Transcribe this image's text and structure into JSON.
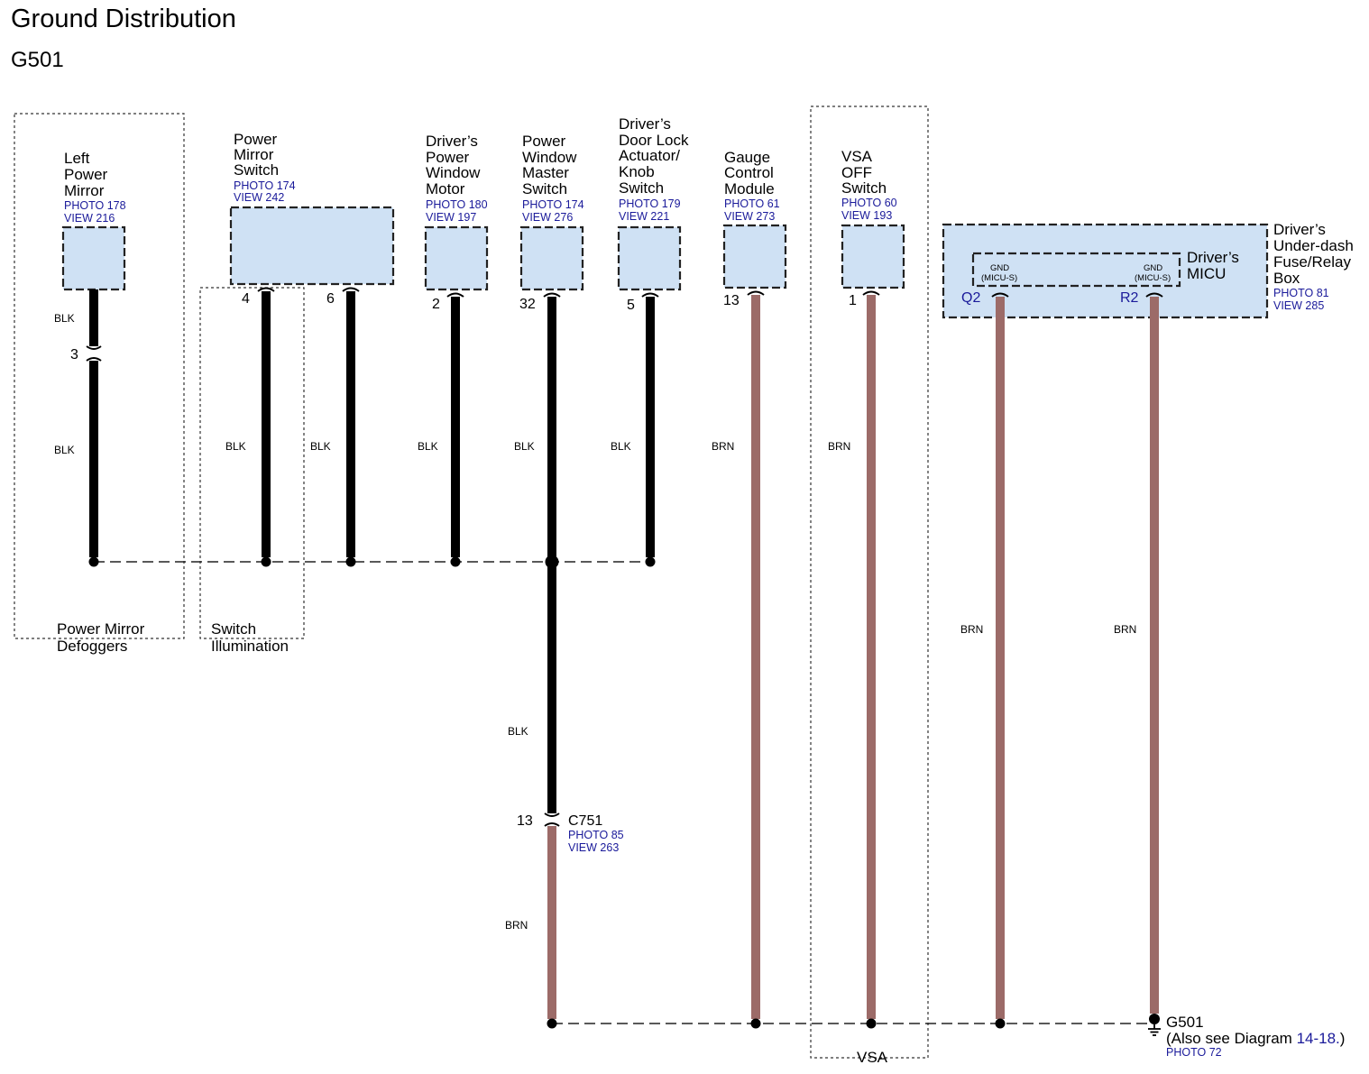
{
  "title": "Ground Distribution",
  "subtitle": "G501",
  "components": {
    "left_mirror": {
      "name": [
        "Left",
        "Power",
        "Mirror"
      ],
      "photo": "PHOTO 178",
      "view": "VIEW 216"
    },
    "mirror_switch": {
      "name": [
        "Power",
        "Mirror",
        "Switch"
      ],
      "photo": "PHOTO 174",
      "view": "VIEW 242"
    },
    "window_motor": {
      "name": [
        "Driver’s",
        "Power",
        "Window",
        "Motor"
      ],
      "photo": "PHOTO 180",
      "view": "VIEW 197"
    },
    "master_switch": {
      "name": [
        "Power",
        "Window",
        "Master",
        "Switch"
      ],
      "photo": "PHOTO 174",
      "view": "VIEW 276"
    },
    "door_lock": {
      "name": [
        "Driver’s",
        "Door Lock",
        "Actuator/",
        "Knob",
        "Switch"
      ],
      "photo": "PHOTO 179",
      "view": "VIEW 221"
    },
    "gauge": {
      "name": [
        "Gauge",
        "Control",
        "Module"
      ],
      "photo": "PHOTO 61",
      "view": "VIEW 273"
    },
    "vsa_switch": {
      "name": [
        "VSA",
        "OFF",
        "Switch"
      ],
      "photo": "PHOTO 60",
      "view": "VIEW 193"
    },
    "fuse_box": {
      "name": [
        "Driver’s",
        "Under-dash",
        "Fuse/Relay",
        "Box"
      ],
      "photo": "PHOTO 81",
      "view": "VIEW 285"
    },
    "micu": {
      "name": [
        "Driver’s",
        "MICU"
      ],
      "gnd": "GND",
      "gnd_sub": "(MICU-S)"
    }
  },
  "pins": {
    "left_mirror_inline": "3",
    "mirror_switch_a": "4",
    "mirror_switch_b": "6",
    "window_motor": "2",
    "master_switch": "32",
    "door_lock": "5",
    "gauge": "13",
    "vsa": "1",
    "micu_q2": "Q2",
    "micu_r2": "R2",
    "c751_pin": "13"
  },
  "wire_colors": {
    "blk": "BLK",
    "brn": "BRN",
    "blk_hex": "#000000",
    "brn_hex": "#9c6b68",
    "box_fill_hex": "#cfe1f4",
    "ref_text_hex": "#1a1a9a"
  },
  "groups": {
    "defoggers": [
      "Power Mirror",
      "Defoggers"
    ],
    "illumination": [
      "Switch",
      "Illumination"
    ],
    "vsa": "VSA"
  },
  "connector": {
    "name": "C751",
    "photo": "PHOTO 85",
    "view": "VIEW 263"
  },
  "ground": {
    "name": "G501",
    "note_prefix": "(Also see Diagram ",
    "note_link": "14-18.",
    "note_suffix": ")",
    "photo": "PHOTO 72"
  }
}
